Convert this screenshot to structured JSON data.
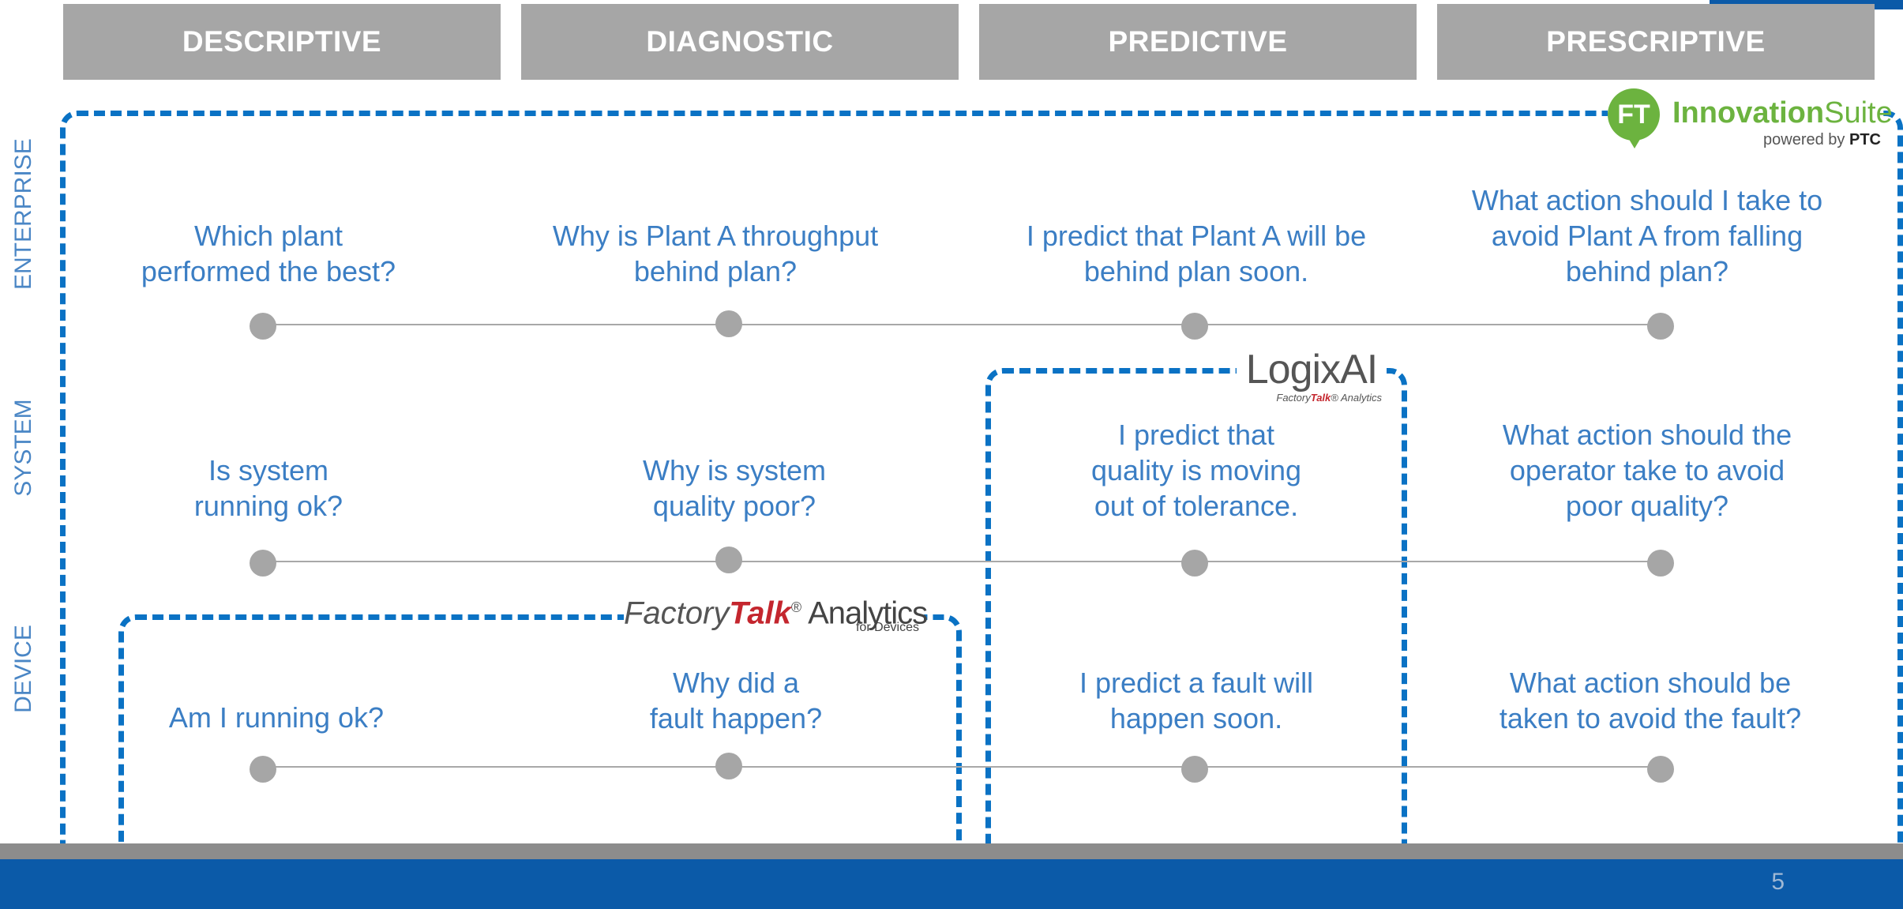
{
  "columns": [
    {
      "label": "DESCRIPTIVE"
    },
    {
      "label": "DIAGNOSTIC"
    },
    {
      "label": "PREDICTIVE"
    },
    {
      "label": "PRESCRIPTIVE"
    }
  ],
  "rows": [
    {
      "label": "ENTERPRISE"
    },
    {
      "label": "SYSTEM"
    },
    {
      "label": "DEVICE"
    }
  ],
  "questions": {
    "enterprise": [
      "Which plant\nperformed the best?",
      "Why is Plant A throughput\nbehind plan?",
      "I predict that Plant A will be\nbehind plan soon.",
      "What action should I take to\navoid Plant A from falling\nbehind plan?"
    ],
    "system": [
      "Is system\nrunning ok?",
      "Why is system\nquality poor?",
      "I predict that\nquality is moving\nout of tolerance.",
      "What action should the\noperator take to avoid\npoor quality?"
    ],
    "device": [
      "Am I running ok?",
      "Why did a\nfault happen?",
      "I predict a fault will\nhappen soon.",
      "What action should be\ntaken to avoid the fault?"
    ]
  },
  "logos": {
    "innovation_suite": {
      "badge": "FT",
      "name_bold": "Innovation",
      "name_light": "Suite",
      "sub": "powered by",
      "sub_brand": "PTC"
    },
    "logixai": {
      "name": "LogixAI",
      "sub_prefix": "Factory",
      "sub_talk": "Talk",
      "sub_suffix": "® Analytics"
    },
    "factorytalk_analytics": {
      "prefix": "Factory",
      "talk": "Talk",
      "reg": "®",
      "analytics": " Analytics",
      "sub": "for Devices"
    }
  },
  "colors": {
    "header_gray": "#a6a6a6",
    "question_blue": "#3b7ec4",
    "dash_blue": "#0a72c4",
    "footer_blue": "#0b5aa8",
    "brand_green": "#6cb33f",
    "brand_red": "#c4262e"
  },
  "footer": {
    "page_number": "5"
  }
}
